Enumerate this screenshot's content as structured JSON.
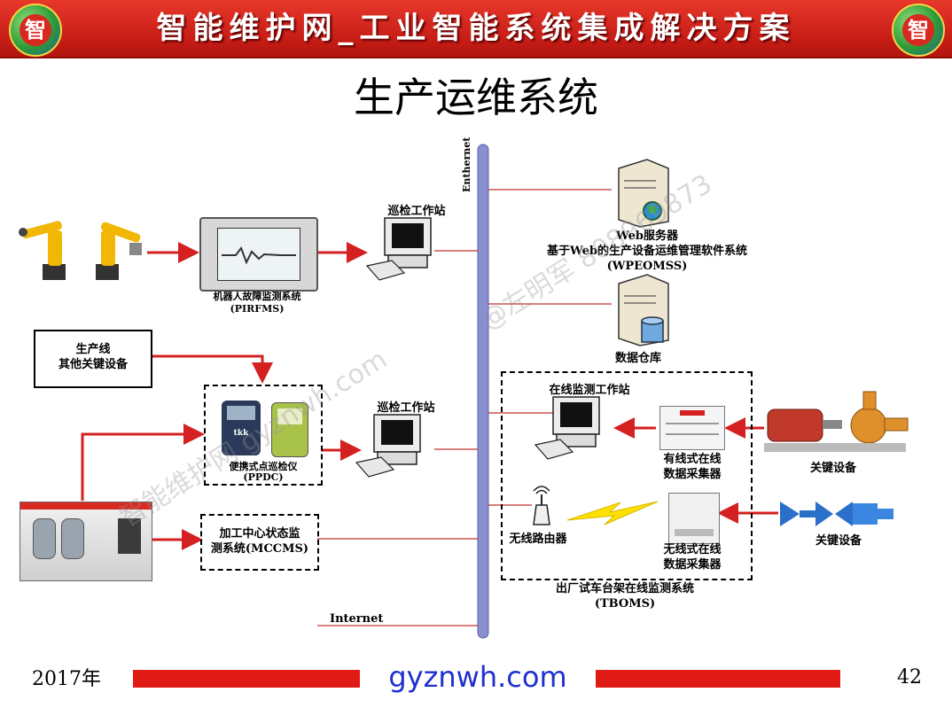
{
  "header": {
    "banner_title": "智能维护网_工业智能系统集成解决方案",
    "logo_char": "智"
  },
  "slide": {
    "title": "生产运维系统"
  },
  "diagram": {
    "bus_label": "Enthernet",
    "internet_label": "Internet",
    "robot_system": {
      "line1": "机器人故障监测系统",
      "line2": "(PIRFMS)"
    },
    "workstation_1": "巡检工作站",
    "workstation_2": "巡检工作站",
    "other_equipment": {
      "line1": "生产线",
      "line2": "其他关键设备"
    },
    "portable": {
      "line1": "便携式点巡检仪",
      "line2": "(PPDC)",
      "device_text": "tkk"
    },
    "machining": {
      "line1": "加工中心状态监",
      "line2": "测系统(MCCMS)"
    },
    "web_server": {
      "line1": "Web服务器",
      "line2": "基于Web的生产设备运维管理软件系统",
      "line3": "(WPEOMSS)"
    },
    "data_warehouse": "数据仓库",
    "online_ws": "在线监测工作站",
    "wired_collector": {
      "line1": "有线式在线",
      "line2": "数据采集器"
    },
    "wireless_router": "无线路由器",
    "wireless_collector": {
      "line1": "无线式在线",
      "line2": "数据采集器"
    },
    "key_equipment_1": "关键设备",
    "key_equipment_2": "关键设备",
    "tboms": {
      "line1": "出厂试车台架在线监测系统",
      "line2": "(TBOMS)"
    }
  },
  "watermarks": {
    "site": "智能维护网 gyznwh.com",
    "author": "@左明军 808969873"
  },
  "footer": {
    "year": "2017年",
    "link": "gyznwh.com",
    "page": "42"
  },
  "colors": {
    "banner": "#c61d16",
    "arrow": "#d42020",
    "bus": "#8a8fd0",
    "link": "#1f2fd0"
  }
}
